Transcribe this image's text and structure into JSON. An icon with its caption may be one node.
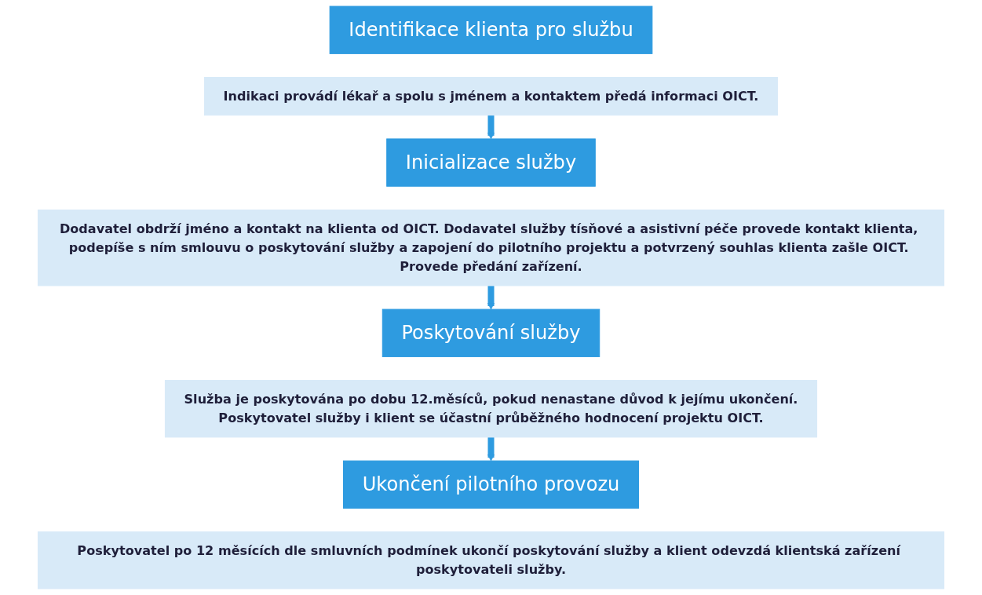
{
  "diagram": {
    "nodes": [
      {
        "text": [
          "Identifikace klienta pro službu"
        ]
      },
      {
        "text": [
          "Indikaci provádí lékař a spolu s jménem a kontaktem předá informaci OICT."
        ]
      },
      {
        "text": [
          "Inicializace služby"
        ]
      },
      {
        "text": [
          "Dodavatel obdrží jméno a kontakt na klienta od OICT. Dodavatel služby tísňové a asistivní péče provede kontakt klienta, podepíše s ním smlouvu o poskytování služby a zapojení do pilotního projektu a potvrzený souhlas klienta zašle OICT. Provede předání zařízení."
        ]
      },
      {
        "text": [
          "Poskytování služby"
        ]
      },
      {
        "text": [
          "Služba je poskytována po dobu 12.měsíců, pokud nenastane důvod k jejímu ukončení.",
          "Poskytovatel služby i klient se účastní průběžného hodnocení projektu OICT."
        ]
      },
      {
        "text": [
          "Ukončení pilotního provozu"
        ]
      },
      {
        "text": [
          "Poskytovatel po 12 měsících dle smluvních podmínek ukončí poskytování služby a klient odevzdá klientská zařízení poskytovateli služby."
        ]
      }
    ],
    "edges": [
      {
        "from": 1,
        "to": 2,
        "arrow": "to"
      },
      {
        "from": 3,
        "to": 4,
        "arrow": "to"
      },
      {
        "from": 5,
        "to": 6,
        "arrow": "to"
      }
    ]
  }
}
